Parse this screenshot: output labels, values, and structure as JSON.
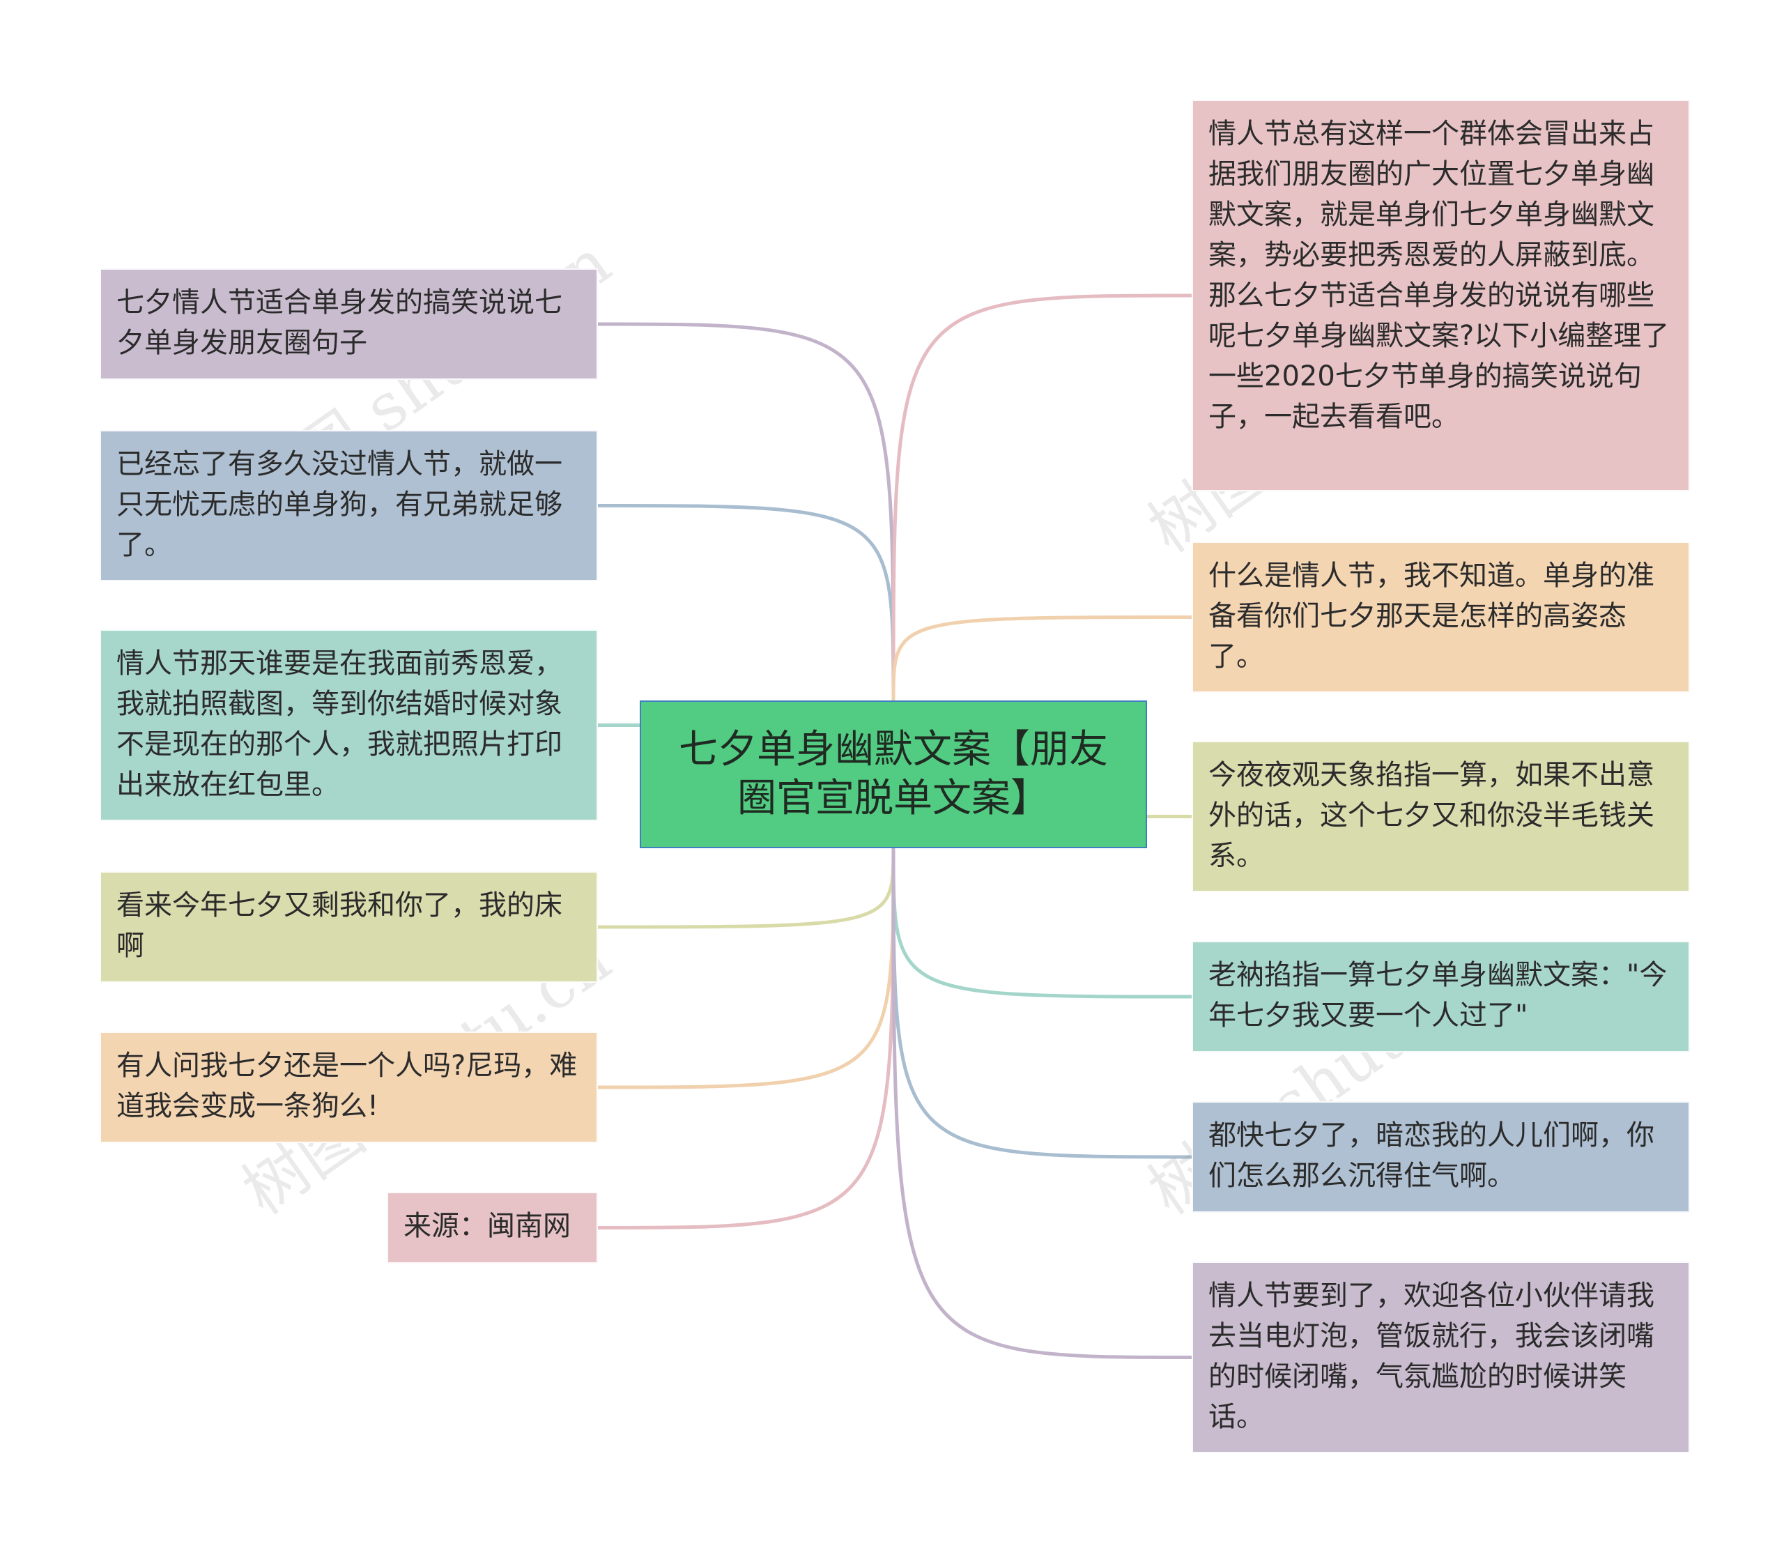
{
  "center": {
    "text": "七夕单身幽默文案【朋友圈官宣脱单文案】",
    "color": "#52cc82"
  },
  "left_nodes": [
    {
      "text": "七夕情人节适合单身发的搞笑说说七夕单身发朋友圈句子",
      "color": "#c9bccf",
      "line": "#c2b3ca"
    },
    {
      "text": "已经忘了有多久没过情人节，就做一只无忧无虑的单身狗，有兄弟就足够了。",
      "color": "#afc0d2",
      "line": "#a9bdd0"
    },
    {
      "text": "情人节那天谁要是在我面前秀恩爱，我就拍照截图，等到你结婚时候对象不是现在的那个人，我就把照片打印出来放在红包里。",
      "color": "#a7d6cb",
      "line": "#a3d5ca"
    },
    {
      "text": "看来今年七夕又剩我和你了，我的床啊",
      "color": "#d9dcad",
      "line": "#d8dba8"
    },
    {
      "text": "有人问我七夕还是一个人吗?尼玛，难道我会变成一条狗么!",
      "color": "#f4d5b2",
      "line": "#f1d1ad"
    },
    {
      "text": "来源：闽南网",
      "color": "#e7c3c7",
      "line": "#e5bcc1"
    }
  ],
  "right_nodes": [
    {
      "text": "情人节总有这样一个群体会冒出来占据我们朋友圈的广大位置七夕单身幽默文案，就是单身们七夕单身幽默文案，势必要把秀恩爱的人屏蔽到底。那么七夕节适合单身发的说说有哪些呢七夕单身幽默文案?以下小编整理了一些2020七夕节单身的搞笑说说句子，一起去看看吧。",
      "color": "#e8c3c6",
      "line": "#e5bcc1"
    },
    {
      "text": "什么是情人节，我不知道。单身的准备看你们七夕那天是怎样的高姿态了。",
      "color": "#f4d5b2",
      "line": "#f1d1ad"
    },
    {
      "text": "今夜夜观天象掐指一算，如果不出意外的话，这个七夕又和你没半毛钱关系。",
      "color": "#d9dcad",
      "line": "#d8dba8"
    },
    {
      "text": "老衲掐指一算七夕单身幽默文案：\"今年七夕我又要一个人过了\"",
      "color": "#a7d6cb",
      "line": "#a3d5ca"
    },
    {
      "text": "都快七夕了，暗恋我的人儿们啊，你们怎么那么沉得住气啊。",
      "color": "#afc0d2",
      "line": "#a9bdd0"
    },
    {
      "text": "情人节要到了，欢迎各位小伙伴请我去当电灯泡，管饭就行，我会该闭嘴的时候闭嘴，气氛尴尬的时候讲笑话。",
      "color": "#c9bccf",
      "line": "#c2b3ca"
    }
  ],
  "watermarks": [
    "树图 shutu.cn",
    "树图 shutu.cn",
    "树图 shutu.cn",
    "树图 shutu.cn"
  ]
}
